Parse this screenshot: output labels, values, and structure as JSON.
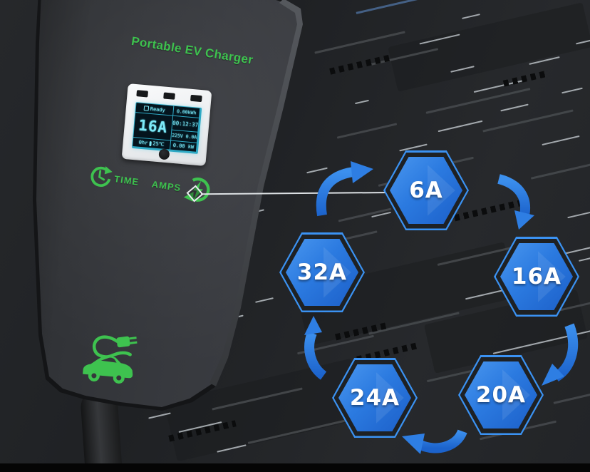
{
  "brand": {
    "label": "Portable EV Charger"
  },
  "display": {
    "status": "Ready",
    "energy": "0.00kWh",
    "current": "16A",
    "session_time": "00:12:37",
    "voltage_amps": "225V 0.0A",
    "power": "0.00 kW",
    "duration": "0hr",
    "temperature": "25℃"
  },
  "controls": {
    "time_label": "TIME",
    "amps_label": "AMPS"
  },
  "amp_options": [
    {
      "label": "6A"
    },
    {
      "label": "16A"
    },
    {
      "label": "20A"
    },
    {
      "label": "24A"
    },
    {
      "label": "32A"
    }
  ],
  "icons": {
    "time": "clock-cycle-icon",
    "amps": "lightning-cycle-icon",
    "car": "ev-car-charging-icon",
    "marker": "diamond-callout-marker",
    "cycle": "clockwise-curved-arrows"
  },
  "colors": {
    "accent_green": "#3ec24f",
    "hexagon_blue": "#2170d8",
    "hexagon_outline": "#3b92f2",
    "arrow_blue": "#2e7ee3",
    "lcd_cyan": "#7ce9f7",
    "plate_white": "#eef0f2"
  }
}
